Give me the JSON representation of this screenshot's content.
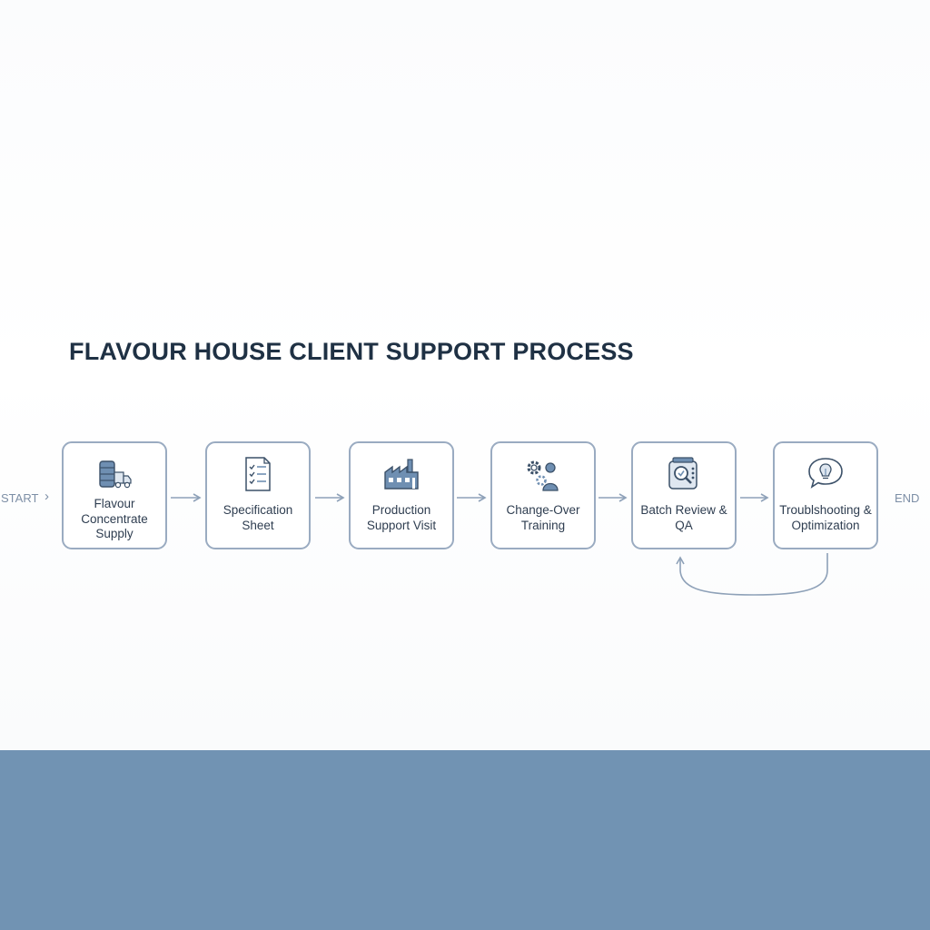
{
  "diagram": {
    "title": "FLAVOUR HOUSE CLIENT SUPPORT PROCESS",
    "start_label": "START",
    "start_chevron": "›",
    "end_label": "END",
    "steps": [
      {
        "label": "Flavour Concentrate Supply",
        "icon": "drum-truck-icon"
      },
      {
        "label": "Specification Sheet",
        "icon": "checklist-document-icon"
      },
      {
        "label": "Production Support Visit",
        "icon": "factory-icon"
      },
      {
        "label": "Change-Over Training",
        "icon": "gears-person-icon"
      },
      {
        "label": "Batch Review & QA",
        "icon": "magnifier-inspection-icon"
      },
      {
        "label": "Troublshooting & Optimization",
        "icon": "lightbulb-bubble-icon"
      }
    ],
    "feedback_loop": {
      "from": "Troublshooting & Optimization",
      "to": "Batch Review & QA"
    }
  },
  "colors": {
    "title": "#1f3144",
    "box_border": "#9aabc1",
    "arrow": "#8ea1b8",
    "icon_dark": "#3b5068",
    "icon_fill": "#6f8fb2",
    "footer_band": "#7193b3"
  }
}
